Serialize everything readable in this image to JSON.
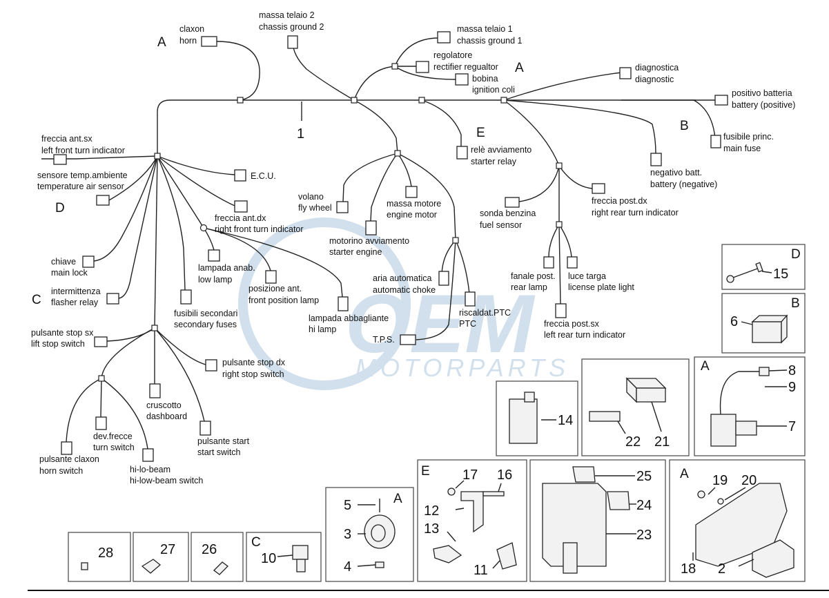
{
  "watermark": {
    "logo": "OEM",
    "text": "MOTORPARTS",
    "color": "#c9dbe9"
  },
  "harness": {
    "number": "1",
    "letters": {
      "a1": "A",
      "a2": "A",
      "b": "B",
      "d": "D",
      "c": "C",
      "e": "E"
    },
    "labels": {
      "claxon_it": "claxon",
      "claxon_en": "horn",
      "massa2_it": "massa telaio 2",
      "massa2_en": "chassis ground 2",
      "massa1_it": "massa telaio 1",
      "massa1_en": "chassis ground 1",
      "regol_it": "regolatore",
      "regol_en": "rectifier regualtor",
      "bobina_it": "bobina",
      "bobina_en": "ignition coli",
      "diag_it": "diagnostica",
      "diag_en": "diagnostic",
      "posbat_it": "positivo batteria",
      "posbat_en": "battery (positive)",
      "fus_it": "fusibile princ.",
      "fus_en": "main fuse",
      "negbat_it": "negativo batt.",
      "negbat_en": "battery (negative)",
      "rele_it": "relè avviamento",
      "rele_en": "starter relay",
      "frecantsx_it": "freccia ant.sx",
      "frecantsx_en": "left front turn indicator",
      "sensore_it": "sensore temp.ambiente",
      "sensore_en": "temperature air sensor",
      "ecu": "E.C.U.",
      "frecantdx_it": "freccia ant.dx",
      "frecantdx_en": "right front turn indicator",
      "chiave_it": "chiave",
      "chiave_en": "main lock",
      "interm_it": "intermittenza",
      "interm_en": "flasher relay",
      "lampanab_it": "lampada anab.",
      "lampanab_en": "low lamp",
      "posiz_it": "posizione ant.",
      "posiz_en": "front position lamp",
      "fusib_it": "fusibili secondari",
      "fusib_en": "secondary fuses",
      "abbagl_it": "lampada abbagliante",
      "abbagl_en": "hi lamp",
      "volano_it": "volano",
      "volano_en": "fly wheel",
      "massamot_it": "massa motore",
      "massamot_en": "engine motor",
      "motor_it": "motorino avviamento",
      "motor_en": "starter engine",
      "aria_it": "aria automatica",
      "aria_en": "automatic choke",
      "risc_it": "riscaldat.PTC",
      "risc_en": "PTC",
      "tps": "T.P.S.",
      "sonda_it": "sonda benzina",
      "sonda_en": "fuel sensor",
      "frecpostdx_it": "freccia post.dx",
      "frecpostdx_en": "right rear turn indicator",
      "fanale_it": "fanale post.",
      "fanale_en": "rear lamp",
      "luce_it": "luce targa",
      "luce_en": "license plate light",
      "frecpostsx_it": "freccia post.sx",
      "frecpostsx_en": "left rear turn indicator",
      "stopsx_it": "pulsante stop sx",
      "stopsx_en": "lift stop switch",
      "stopdx_it": "pulsante stop dx",
      "stopdx_en": "right stop switch",
      "crusc_it": "cruscotto",
      "crusc_en": "dashboard",
      "start_it": "pulsante start",
      "start_en": "start switch",
      "devf_it": "dev.frecce",
      "devf_en": "turn switch",
      "claxsw_it": "pulsante claxon",
      "claxsw_en": "horn switch",
      "hilo_it": "hi-lo-beam",
      "hilo_en": "hi-low-beam switch"
    }
  },
  "panels": {
    "p15": {
      "letter": "D",
      "n15": "15"
    },
    "p6": {
      "letter": "B",
      "n6": "6"
    },
    "p789": {
      "letter": "A",
      "n8": "8",
      "n9": "9",
      "n7": "7"
    },
    "p14": {
      "n14": "14"
    },
    "p2122": {
      "n22": "22",
      "n21": "21"
    },
    "pE": {
      "letter": "E",
      "n17": "17",
      "n16": "16",
      "n12": "12",
      "n13": "13",
      "n11": "11"
    },
    "p2325": {
      "n25": "25",
      "n24": "24",
      "n23": "23"
    },
    "pA2": {
      "letter": "A",
      "n19": "19",
      "n20": "20",
      "n18": "18",
      "n2": "2"
    },
    "pHorn": {
      "letter": "A",
      "n5": "5",
      "n3": "3",
      "n4": "4"
    },
    "p28": {
      "n28": "28"
    },
    "p27": {
      "n27": "27"
    },
    "p26": {
      "n26": "26"
    },
    "p10": {
      "letter": "C",
      "n10": "10"
    }
  }
}
